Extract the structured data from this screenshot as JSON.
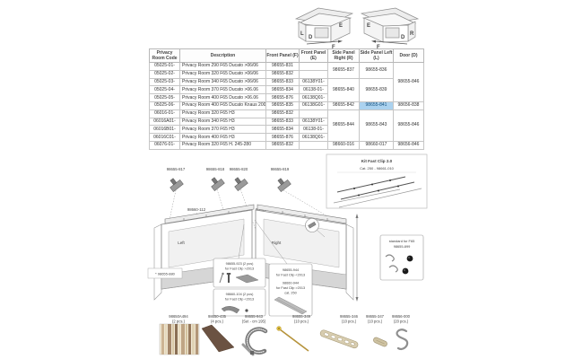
{
  "overview_boxes": {
    "left": {
      "letters": {
        "l1": "L",
        "l2": "D",
        "l3": "E",
        "l4": "F"
      }
    },
    "right": {
      "letters": {
        "l1": "E",
        "l2": "D",
        "l3": "R",
        "l4": "F"
      }
    }
  },
  "table": {
    "headers": [
      "Privacy Room Code",
      "Description",
      "Front Panel (F)",
      "Front Panel (E)",
      "Side Panel Right (R)",
      "Side Panel Left (L)",
      "Door (D)"
    ],
    "rows": [
      {
        "cells": [
          {
            "t": "05025-01-"
          },
          {
            "t": "Privacy Room 290 F65 Ducato >06/06"
          },
          {
            "t": "98655-831"
          },
          {
            "t": ""
          },
          {
            "t": "98655-837",
            "rs": 2
          },
          {
            "t": "98655-836",
            "rs": 2
          },
          {
            "t": "98655-846",
            "rs": 5
          }
        ]
      },
      {
        "cells": [
          {
            "t": "05025-02-"
          },
          {
            "t": "Privacy Room 320 F65 Ducato >06/06"
          },
          {
            "t": "98655-832"
          },
          {
            "t": ""
          }
        ]
      },
      {
        "cells": [
          {
            "t": "05025-03-"
          },
          {
            "t": "Privacy Room 340 F65 Ducato >06/06"
          },
          {
            "t": "98655-833"
          },
          {
            "t": "06138Y01-"
          },
          {
            "t": "98655-840",
            "rs": 3
          },
          {
            "t": "98655-839",
            "rs": 3
          }
        ]
      },
      {
        "cells": [
          {
            "t": "05025-04-"
          },
          {
            "t": "Privacy Room 370 F65 Ducato >06.06"
          },
          {
            "t": "98655-834"
          },
          {
            "t": "06138-01-"
          }
        ]
      },
      {
        "cells": [
          {
            "t": "05025-05-"
          },
          {
            "t": "Privacy Room 400 F65 Ducato >06.06"
          },
          {
            "t": "98655-876"
          },
          {
            "t": "06138Q01-"
          }
        ]
      },
      {
        "cells": [
          {
            "t": "05025-06-"
          },
          {
            "t": "Privacy Room 400 F65 Ducato Knaus 2009"
          },
          {
            "t": "98655-835"
          },
          {
            "t": "06138G01-"
          },
          {
            "t": "98655-842"
          },
          {
            "t": "98655-841",
            "hl": true
          },
          {
            "t": "98656-838"
          }
        ]
      },
      {
        "cells": [
          {
            "t": "06016-01-"
          },
          {
            "t": "Privacy Room 320 F65 H3"
          },
          {
            "t": "98655-832"
          },
          {
            "t": ""
          },
          {
            "t": "98655-844",
            "rs": 4
          },
          {
            "t": "98655-843",
            "rs": 4
          },
          {
            "t": "98655-846",
            "rs": 4
          }
        ]
      },
      {
        "cells": [
          {
            "t": "06016A01-"
          },
          {
            "t": "Privacy Room 340 F65 H3"
          },
          {
            "t": "98655-833"
          },
          {
            "t": "06138Y01-"
          }
        ]
      },
      {
        "cells": [
          {
            "t": "06016B01-"
          },
          {
            "t": "Privacy Room 370 F65 H3"
          },
          {
            "t": "98655-834"
          },
          {
            "t": "06138-01-"
          }
        ]
      },
      {
        "cells": [
          {
            "t": "06016C01-"
          },
          {
            "t": "Privacy Room 400 F65 H3"
          },
          {
            "t": "98655-876"
          },
          {
            "t": "06138Q01-"
          }
        ]
      },
      {
        "cells": [
          {
            "t": "06076-01-"
          },
          {
            "t": "Privacy Room 320 F65 H. 245-280"
          },
          {
            "t": "98655-832"
          },
          {
            "t": ""
          },
          {
            "t": "98660-016"
          },
          {
            "t": "98660-017"
          },
          {
            "t": "98656-846"
          }
        ]
      }
    ]
  },
  "diagram": {
    "bracket_labels": {
      "b1": "98655-817",
      "b2": "98655-818",
      "b3": "98655-820",
      "b4": "98655-819"
    },
    "rail_left_label": "98660-112",
    "rail_right_label": "98660-113",
    "panel_left_label": "Left",
    "panel_right_label": "Right",
    "wall_bracket_label": "* 98655-880",
    "kit_box": {
      "title": "Kit Fast Clip 2.0",
      "subtitle": "Cat. 250 - 98661-010"
    },
    "standard_box": {
      "line1": "standard for F65",
      "line2": "98655-899"
    },
    "callout_a": {
      "line1": "98655-923 (2 pcs)",
      "line2": "for Fast Clip >2013"
    },
    "callout_b": {
      "line1": "98660-104 (2 pcs)",
      "line2": "for Fast Clip <2013"
    },
    "callout_c": {
      "line1": "98655-944",
      "line2": "for Fast Clip <2013",
      "line3": "98660-944",
      "line4": "for Fast Clip >2013",
      "line5": "cat. 250"
    }
  },
  "bottom_parts": [
    {
      "code": "98650A494",
      "qty": "(2 pcs.)"
    },
    {
      "code": "98650-435",
      "qty": "(4 pcs.)"
    },
    {
      "code": "98655-943",
      "qty": "(Set - cm 195)"
    },
    {
      "code": "98655-349",
      "qty": "(10 pcs.)"
    },
    {
      "code": "98655-346",
      "qty": "(10 pcs.)"
    },
    {
      "code": "98655-347",
      "qty": "(10 pcs.)"
    },
    {
      "code": "98656-000",
      "qty": "(20 pcs.)"
    }
  ],
  "colors": {
    "highlight": "#abd2ef",
    "line": "#8c8c8c",
    "table_border": "#c6c6c6"
  }
}
